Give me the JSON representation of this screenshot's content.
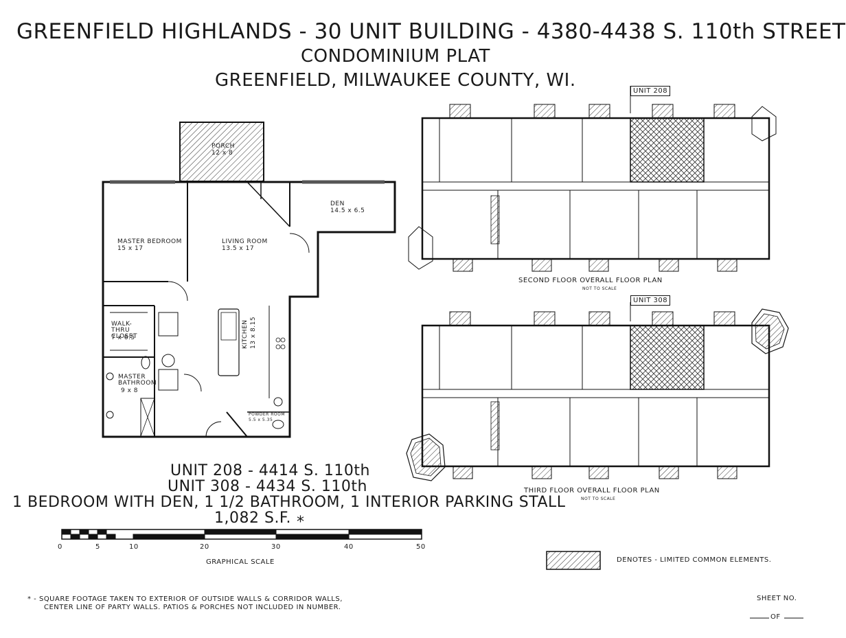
{
  "header": {
    "line1": "GREENFIELD HIGHLANDS - 30 UNIT BUILDING - 4380-4438 S. 110th STREET",
    "line2": "CONDOMINIUM PLAT",
    "line3": "GREENFIELD, MILWAUKEE COUNTY, WI."
  },
  "unit_plan": {
    "rooms": [
      {
        "name": "PORCH",
        "size": "12 x 8"
      },
      {
        "name": "DEN",
        "size": "14.5 x 6.5"
      },
      {
        "name": "MASTER BEDROOM",
        "size": "15 x 17"
      },
      {
        "name": "LIVING ROOM",
        "size": "13.5 x 17"
      },
      {
        "name": "WALK-THRU CLOSET",
        "size": "7 x 6.5"
      },
      {
        "name": "MASTER BATHROOM",
        "size": "9 x 8"
      },
      {
        "name": "KITCHEN",
        "size": "13 x 8.15"
      },
      {
        "name": "POWDER ROOM",
        "size": "5.5 x 5.35"
      }
    ]
  },
  "unit_info": {
    "unit208": "UNIT 208 - 4414 S. 110th",
    "unit308": "UNIT 308 - 4434 S. 110th",
    "description": "1 BEDROOM WITH DEN, 1 1/2 BATHROOM, 1 INTERIOR PARKING STALL",
    "area": "1,082 S.F.",
    "area_mark": "*"
  },
  "scale": {
    "ticks": [
      "0",
      "5",
      "10",
      "20",
      "30",
      "40",
      "50"
    ],
    "label": "GRAPHICAL SCALE"
  },
  "floor_plans": {
    "second": {
      "callout": "UNIT 208",
      "title": "SECOND FLOOR OVERALL FLOOR PLAN",
      "note": "NOT TO SCALE"
    },
    "third": {
      "callout": "UNIT 308",
      "title": "THIRD FLOOR OVERALL FLOOR PLAN",
      "note": "NOT TO SCALE"
    }
  },
  "legend": {
    "text": "DENOTES - LIMITED COMMON ELEMENTS."
  },
  "footnote": {
    "line1": "* - SQUARE FOOTAGE TAKEN TO EXTERIOR OF OUTSIDE WALLS & CORRIDOR WALLS,",
    "line2": "CENTER LINE OF PARTY WALLS. PATIOS & PORCHES NOT INCLUDED IN NUMBER."
  },
  "sheet": {
    "label": "SHEET NO.",
    "of": "OF"
  }
}
